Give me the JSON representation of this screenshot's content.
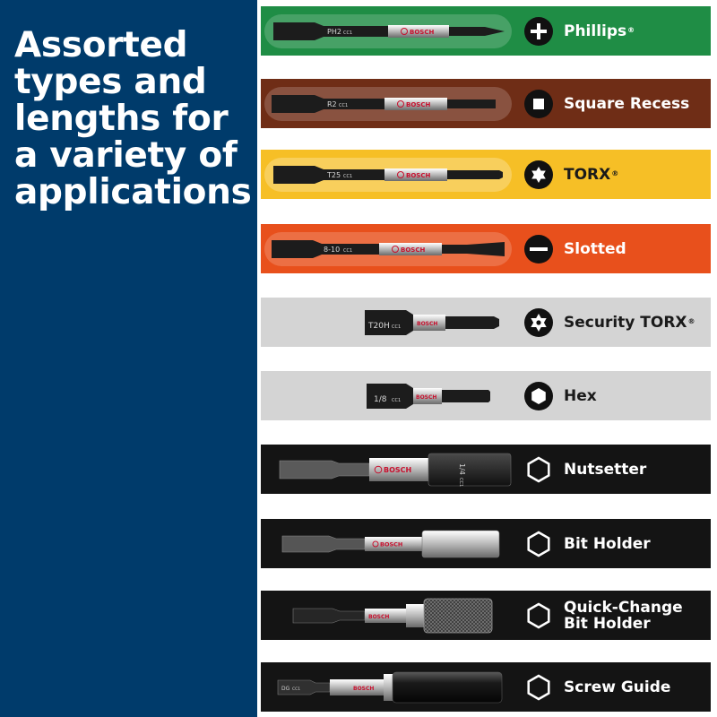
{
  "headline": {
    "lines": [
      "Assorted",
      "types and",
      "lengths for",
      "a variety of",
      "applications"
    ]
  },
  "colors": {
    "left_panel": "#003b6b",
    "headline_text": "#ffffff",
    "dark_row": "#141414",
    "grey_row": "#d4d4d4"
  },
  "bit_types": [
    {
      "label": "Phillips",
      "reg": "®",
      "bit_marking": "PH2",
      "cc": "CC1",
      "brand": "BOSCH",
      "icon": "phillips-cross-icon",
      "bg": "#1f8d45",
      "text_color": "#ffffff"
    },
    {
      "label": "Square Recess",
      "reg": "",
      "bit_marking": "R2",
      "cc": "CC1",
      "brand": "BOSCH",
      "icon": "square-recess-icon",
      "bg": "#6f2d16",
      "text_color": "#ffffff"
    },
    {
      "label": "TORX",
      "reg": "®",
      "bit_marking": "T25",
      "cc": "CC1",
      "brand": "BOSCH",
      "icon": "torx-star-icon",
      "bg": "#f6bf26",
      "text_color": "#1a1a1a"
    },
    {
      "label": "Slotted",
      "reg": "",
      "bit_marking": "8-10",
      "cc": "CC1",
      "brand": "BOSCH",
      "icon": "slotted-icon",
      "bg": "#e8501c",
      "text_color": "#ffffff"
    },
    {
      "label": "Security TORX",
      "reg": "®",
      "bit_marking": "T20H",
      "cc": "CC1",
      "brand": "BOSCH",
      "icon": "security-torx-icon",
      "bg": "#d4d4d4",
      "text_color": "#1a1a1a"
    },
    {
      "label": "Hex",
      "reg": "",
      "bit_marking": "1/8",
      "cc": "CC1",
      "brand": "BOSCH",
      "icon": "hex-icon",
      "bg": "#d4d4d4",
      "text_color": "#1a1a1a"
    },
    {
      "label": "Nutsetter",
      "reg": "",
      "bit_marking": "1/4",
      "cc": "CC1",
      "brand": "BOSCH",
      "icon": "hex-outline-icon",
      "bg": "#141414",
      "text_color": "#ffffff"
    },
    {
      "label": "Bit Holder",
      "reg": "",
      "bit_marking": "",
      "cc": "",
      "brand": "BOSCH",
      "icon": "hex-outline-icon",
      "bg": "#141414",
      "text_color": "#ffffff"
    },
    {
      "label": "Quick-Change",
      "label_line2": "Bit Holder",
      "reg": "",
      "bit_marking": "",
      "cc": "",
      "brand": "BOSCH",
      "icon": "hex-outline-icon",
      "bg": "#141414",
      "text_color": "#ffffff"
    },
    {
      "label": "Screw Guide",
      "reg": "",
      "bit_marking": "DG",
      "cc": "CC1",
      "brand": "BOSCH",
      "icon": "hex-outline-icon",
      "bg": "#141414",
      "text_color": "#ffffff"
    }
  ]
}
